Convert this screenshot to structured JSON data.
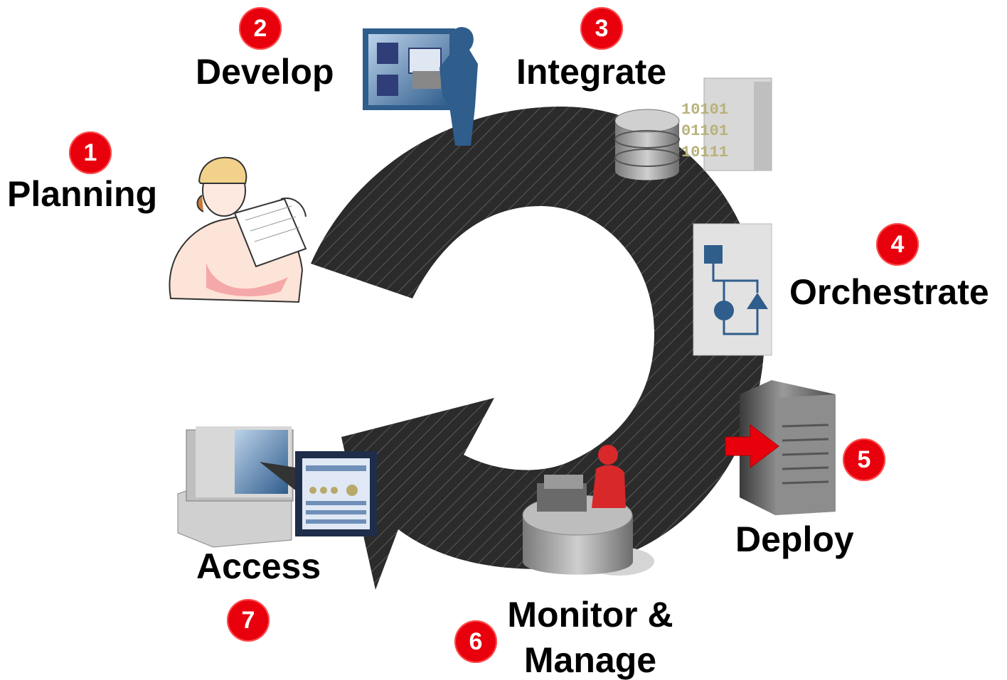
{
  "diagram": {
    "steps": [
      {
        "number": "1",
        "label": "Planning",
        "icon": "architect-with-blueprints-icon"
      },
      {
        "number": "2",
        "label": "Develop",
        "icon": "developer-at-workstation-icon"
      },
      {
        "number": "3",
        "label": "Integrate",
        "icon": "database-binary-server-icon"
      },
      {
        "number": "4",
        "label": "Orchestrate",
        "icon": "process-flow-chart-icon"
      },
      {
        "number": "5",
        "label": "Deploy",
        "icon": "server-tower-arrow-icon"
      },
      {
        "number": "6",
        "label_line1": "Monitor &",
        "label_line2": "Manage",
        "icon": "operator-console-icon"
      },
      {
        "number": "7",
        "label": "Access",
        "icon": "desktop-computer-portal-icon"
      }
    ],
    "colors": {
      "arrow": "#2b2b2b",
      "badge": "#e8000d",
      "accent_blue": "#2f5d8c",
      "person_red": "#d8282a"
    }
  }
}
